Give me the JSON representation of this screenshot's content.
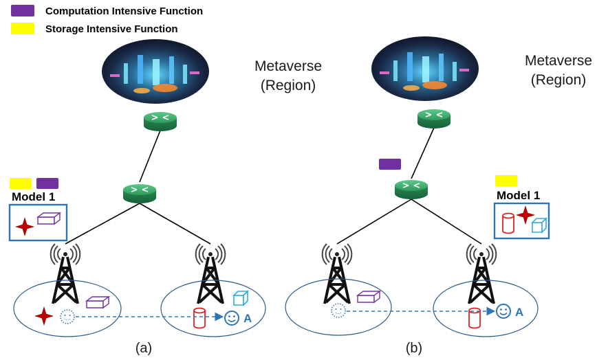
{
  "legend": [
    {
      "label": "Computation Intensive Function",
      "color": "#7030a0"
    },
    {
      "label": "Storage Intensive Function",
      "color": "#ffff00"
    }
  ],
  "colors": {
    "compute": "#7030a0",
    "storage": "#ffff00",
    "box_border": "#2e75b6",
    "router": "#2e9a5a",
    "star": "#c00000",
    "cylinder": "#e02020",
    "cube": "#33aadd",
    "link": "#2e75b6",
    "user": "#2e75b6"
  },
  "icons": [
    "metaverse-city-image",
    "router-icon",
    "cell-tower-icon",
    "star-icon",
    "cylinder-icon",
    "cube-icon",
    "smiley-user-icon",
    "dotted-face-icon"
  ],
  "panels": [
    {
      "id": "a",
      "metaverse_label_line1": "Metaverse",
      "metaverse_label_line2": "(Region)",
      "model_label": "Model 1",
      "caption": "(a)",
      "user_label": "A"
    },
    {
      "id": "b",
      "metaverse_label_line1": "Metaverse",
      "metaverse_label_line2": "(Region)",
      "model_label": "Model 1",
      "caption": "(b)",
      "user_label": "A"
    }
  ]
}
